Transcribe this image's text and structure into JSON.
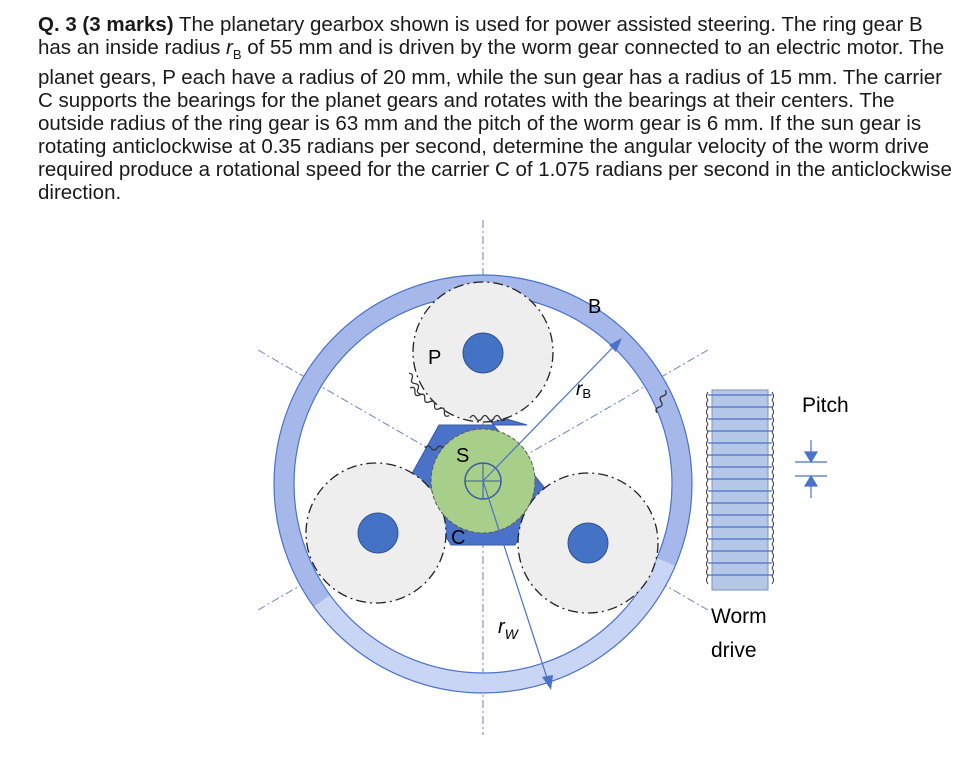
{
  "question": {
    "heading": "Q. 3 (3 marks)",
    "t1": " The planetary gearbox shown is used for power assisted steering. The ring gear B has an inside radius ",
    "rb_r": "r",
    "rb_sub": "B",
    "t2": " of 55 mm and is driven by the worm gear connected to an electric motor. The planet gears, P each have a radius of 20 mm, while the sun gear has a radius of 15 mm. The carrier C supports the bearings for the planet gears and rotates with the bearings at their centers. The outside radius of the ring gear is 63 mm and the pitch of the worm gear is 6 mm. If the sun gear is rotating anticlockwise at 0.35 radians per second, determine the angular velocity of the worm drive required produce a rotational speed for the carrier C of 1.075 radians per second in the anticlockwise direction."
  },
  "diagram": {
    "label_B": "B",
    "label_P": "P",
    "label_S": "S",
    "label_C": "C",
    "label_rb_r": "r",
    "label_rb_sub": "B",
    "label_rw_r": "r",
    "label_rw_sub": "W",
    "label_pitch": "Pitch",
    "label_worm1": "Worm",
    "label_worm2": "drive"
  },
  "colors": {
    "ring": "#9fb3e8",
    "ring_light": "#c8d4f5",
    "carrier": "#4a72c8",
    "sun": "#a8cf8a",
    "planet": "#eeeeee",
    "bearing": "#4472c4",
    "worm": "#b4c7e7"
  }
}
